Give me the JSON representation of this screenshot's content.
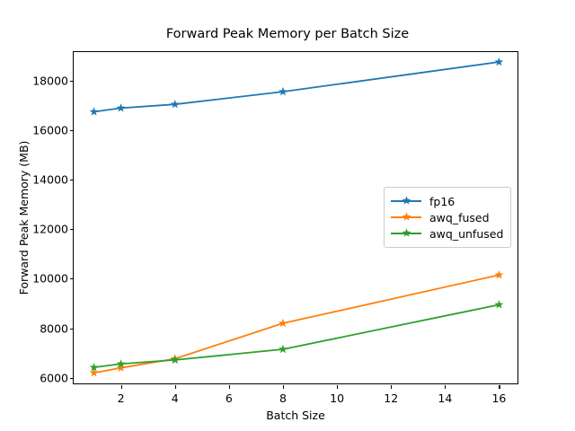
{
  "chart_data": {
    "type": "line",
    "title": "Forward Peak Memory per Batch Size",
    "xlabel": "Batch Size",
    "ylabel": "Forward Peak Memory (MB)",
    "x": [
      1,
      2,
      4,
      8,
      16
    ],
    "xlim": [
      0.25,
      16.75
    ],
    "ylim": [
      5700,
      19150
    ],
    "xticks": [
      2,
      4,
      6,
      8,
      10,
      12,
      14,
      16
    ],
    "xtick_labels": [
      "2",
      "4",
      "6",
      "8",
      "10",
      "12",
      "14",
      "16"
    ],
    "yticks": [
      6000,
      8000,
      10000,
      12000,
      14000,
      16000,
      18000
    ],
    "ytick_labels": [
      "6000",
      "8000",
      "10000",
      "12000",
      "14000",
      "16000",
      "18000"
    ],
    "grid": false,
    "legend_position": "center right",
    "marker": "star",
    "series": [
      {
        "name": "fp16",
        "color": "#1f77b4",
        "values": [
          16740,
          16890,
          17040,
          17550,
          18750
        ]
      },
      {
        "name": "awq_fused",
        "color": "#ff7f0e",
        "values": [
          6200,
          6400,
          6770,
          8200,
          10150
        ]
      },
      {
        "name": "awq_unfused",
        "color": "#2ca02c",
        "values": [
          6420,
          6560,
          6720,
          7150,
          8950
        ]
      }
    ]
  },
  "legend": {
    "entries": [
      {
        "label": "fp16"
      },
      {
        "label": "awq_fused"
      },
      {
        "label": "awq_unfused"
      }
    ]
  }
}
